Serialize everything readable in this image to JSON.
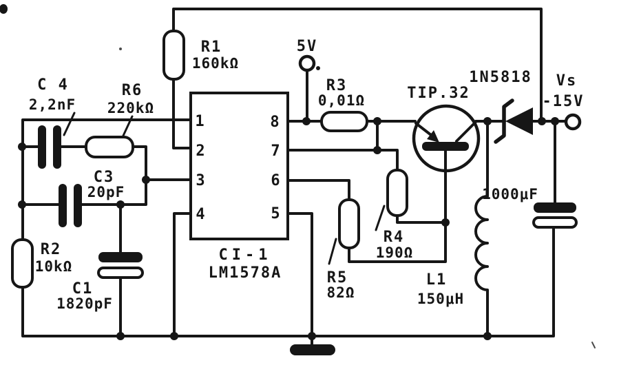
{
  "ic": {
    "ref": "CI-1",
    "part": "LM1578A",
    "pins_left": [
      "1",
      "2",
      "3",
      "4"
    ],
    "pins_right": [
      "8",
      "7",
      "6",
      "5"
    ]
  },
  "components": {
    "c4": {
      "ref": "C 4",
      "value": "2,2nF"
    },
    "r6": {
      "ref": "R6",
      "value": "220kΩ"
    },
    "r1": {
      "ref": "R1",
      "value": "160kΩ"
    },
    "r3": {
      "ref": "R3",
      "value": "0,01Ω"
    },
    "q1": {
      "ref": "TIP.32"
    },
    "d1": {
      "ref": "1N5818"
    },
    "r2": {
      "ref": "R2",
      "value": "10kΩ"
    },
    "c3": {
      "ref": "C3",
      "value": "20pF"
    },
    "c1": {
      "ref": "C1",
      "value": "1820pF"
    },
    "r5": {
      "ref": "R5",
      "value": "82Ω"
    },
    "r4": {
      "ref": "R4",
      "value": "190Ω"
    },
    "l1": {
      "ref": "L1",
      "value": "150μH"
    },
    "cout": {
      "value": "1000μF"
    }
  },
  "power": {
    "input_label": "5V",
    "output_label": "Vs",
    "output_value": "-15V"
  },
  "colors": {
    "ink": "#161616",
    "paper": "#ffffff"
  }
}
